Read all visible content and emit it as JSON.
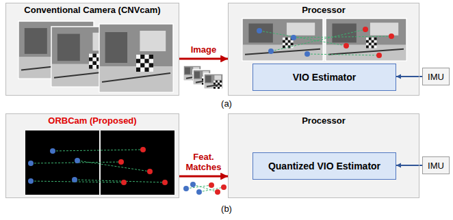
{
  "diagram": {
    "nodes": [
      {
        "text": [
          "Conventional Camera (CNVcam)"
        ]
      },
      {
        "text": [
          "Processor"
        ]
      },
      {
        "text": [
          "VIO Estimator"
        ],
        "in": 1
      },
      {
        "text": [
          "IMU"
        ]
      },
      {
        "text": [
          "ORBCam (Proposed)"
        ]
      },
      {
        "text": [
          "Processor"
        ]
      },
      {
        "text": [
          "Quantized VIO Estimator"
        ],
        "in": 5
      },
      {
        "text": [
          "IMU"
        ]
      }
    ],
    "edges": [
      {
        "from": 0,
        "to": 1,
        "label": "Image",
        "arrow": "to"
      },
      {
        "from": 3,
        "to": 2,
        "arrow": "to"
      },
      {
        "from": 4,
        "to": 5,
        "label": "Feat. Matches",
        "arrow": "to"
      },
      {
        "from": 7,
        "to": 6,
        "arrow": "to"
      }
    ],
    "labels": [
      "(a)",
      "(b)"
    ]
  }
}
